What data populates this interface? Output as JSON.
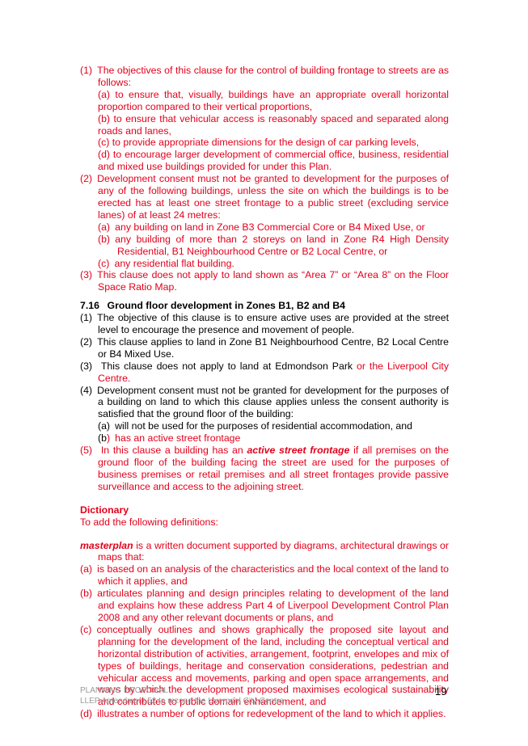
{
  "clause1": {
    "i1": "(1) The objectives of this clause for the control of building frontage to streets are as follows:",
    "a": "(a) to ensure that, visually, buildings have an appropriate overall horizontal proportion compared to their vertical proportions,",
    "b": "(b) to ensure that vehicular access is reasonably spaced and separated along roads and lanes,",
    "c": "(c) to provide appropriate dimensions for the design of car parking levels,",
    "d": "(d) to encourage larger development of commercial office, business, residential and mixed use buildings provided for under this Plan.",
    "i2": "(2) Development consent must not be granted to development for the purposes of any of the following buildings, unless the site on which the buildings is to be erected has at least one street frontage to a public street (excluding service lanes) of at least 24 metres:",
    "i2a": "(a) any building on land in Zone B3 Commercial Core or B4 Mixed Use, or",
    "i2b": "(b) any building of more than 2 storeys on land in Zone R4 High Density Residential, B1 Neighbourhood Centre or B2 Local Centre, or",
    "i2c": "(c) any residential flat building.",
    "i3": "(3) This clause does not apply to land shown as “Area 7” or “Area 8” on the Floor Space Ratio Map."
  },
  "clause716": {
    "heading": "7.16  Ground floor development in Zones B1, B2 and B4",
    "i1": "(1) The objective of this clause is to ensure active uses are provided at the street level to encourage the presence and movement of people.",
    "i2": "(2) This clause applies to land in Zone B1 Neighbourhood Centre, B2 Local Centre or B4 Mixed Use.",
    "i3_black": "(3)  This clause does not apply to land at Edmondson Park",
    "i3_red": " or the Liverpool City Centre.",
    "i4": "(4) Development consent must not be granted for development for the purposes of a building on land to which this clause applies unless the consent authority is satisfied that the ground floor of the building:",
    "i4a": "(a) will not be used for the purposes of residential accommodation, and",
    "i4b_black": "(b",
    "i4b_red": ") has an active street frontage",
    "i5_pre": "(5)  In this clause a building has an ",
    "i5_term": "active street frontage",
    "i5_post": " if all premises on the ground floor of the building facing the street are used for the purposes of business premises or retail premises and all street frontages provide passive surveillance and access to the adjoining street."
  },
  "dictionary": {
    "heading": "Dictionary",
    "intro": "To add the following definitions:",
    "term": "masterplan",
    "term_def": " is a written document supported by diagrams, architectural drawings or maps that:",
    "a": "(a) is based on an analysis of the characteristics and the local context of the land to which it applies, and",
    "b": "(b) articulates planning and design principles relating to development of the land and explains how these address Part 4 of Liverpool Development Control Plan 2008 and any other relevant documents or plans, and",
    "c": "(c) conceptually outlines and shows graphically the proposed site layout and planning for the development of the land, including the conceptual vertical and horizontal distribution of activities, arrangement, footprint, envelopes and mix of types of buildings, heritage and conservation considerations, pedestrian and vehicular access and movements, parking and open space arrangements, and ways by which the development proposed maximises ecological sustainability and contributes to public domain enhancement, and",
    "d": "(d) illustrates a number of options for redevelopment of the land to which it applies."
  },
  "footer": {
    "line1": "PLANNING PROPOSAL",
    "line2": "LLEP Amendment 52 to rezone the Liverpool City Centre",
    "page_number": "19"
  }
}
